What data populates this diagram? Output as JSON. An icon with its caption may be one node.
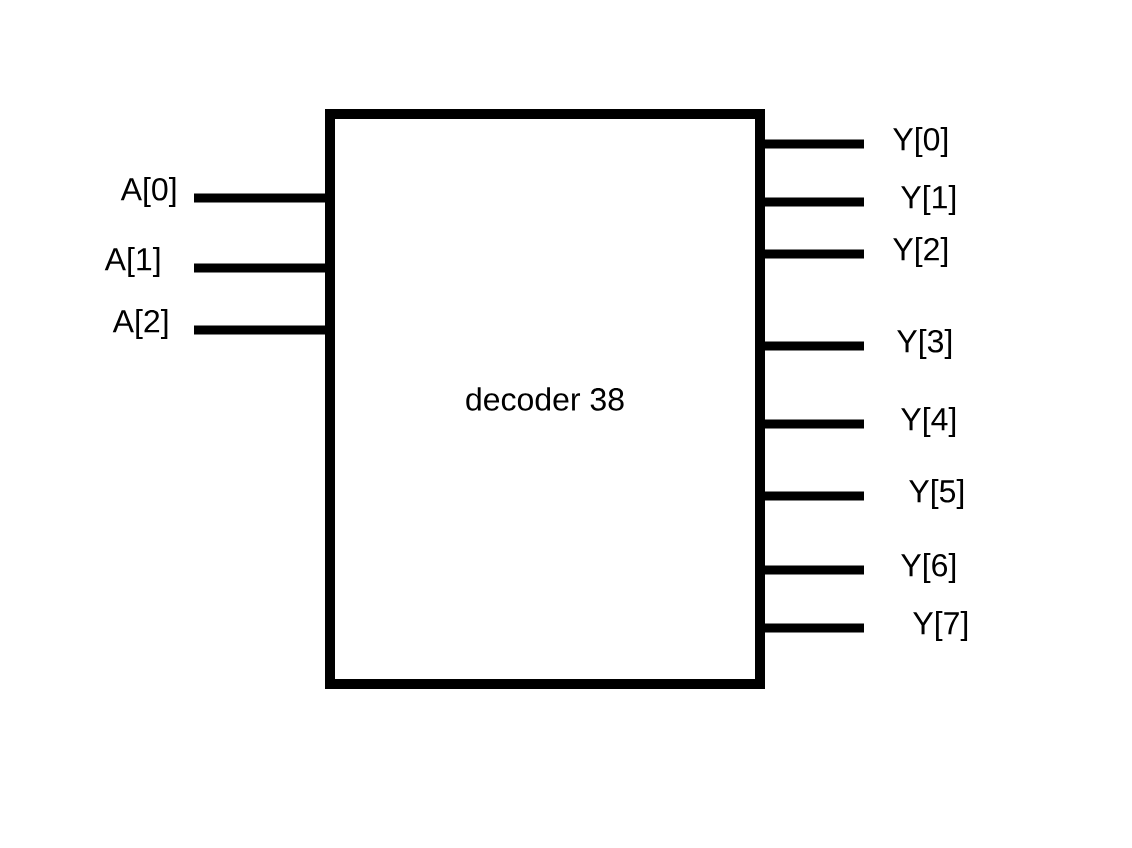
{
  "diagram": {
    "nodes": [
      {
        "text": [
          "decoder 38"
        ]
      },
      {
        "text": [
          "A[0]"
        ]
      },
      {
        "text": [
          "A[1]"
        ]
      },
      {
        "text": [
          "A[2]"
        ]
      },
      {
        "text": [
          "Y[0]"
        ]
      },
      {
        "text": [
          "Y[1]"
        ]
      },
      {
        "text": [
          "Y[2]"
        ]
      },
      {
        "text": [
          "Y[3]"
        ]
      },
      {
        "text": [
          "Y[4]"
        ]
      },
      {
        "text": [
          "Y[5]"
        ]
      },
      {
        "text": [
          "Y[6]"
        ]
      },
      {
        "text": [
          "Y[7]"
        ]
      }
    ],
    "edges": [
      {
        "from": 1,
        "to": 0,
        "arrow": "none"
      },
      {
        "from": 2,
        "to": 0,
        "arrow": "none"
      },
      {
        "from": 3,
        "to": 0,
        "arrow": "none"
      },
      {
        "from": 0,
        "to": 4,
        "arrow": "none"
      },
      {
        "from": 0,
        "to": 5,
        "arrow": "none"
      },
      {
        "from": 0,
        "to": 6,
        "arrow": "none"
      },
      {
        "from": 0,
        "to": 7,
        "arrow": "none"
      },
      {
        "from": 0,
        "to": 8,
        "arrow": "none"
      },
      {
        "from": 0,
        "to": 9,
        "arrow": "none"
      },
      {
        "from": 0,
        "to": 10,
        "arrow": "none"
      },
      {
        "from": 0,
        "to": 11,
        "arrow": "none"
      }
    ]
  }
}
